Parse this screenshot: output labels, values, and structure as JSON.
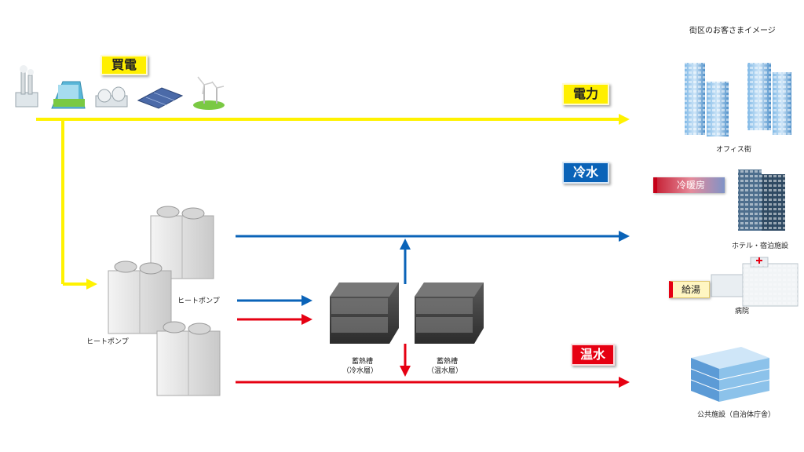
{
  "legend": {
    "customers_caption": "街区のお客さまイメージ"
  },
  "badges": {
    "purchased_power": "買電",
    "electricity": "電力",
    "chilled_water": "冷水",
    "hot_water": "温水",
    "cooling_heating": "冷暖房",
    "hot_water_supply": "給湯"
  },
  "labels": {
    "heat_pump_upper": "ヒートポンプ",
    "heat_pump_lower": "ヒートポンプ",
    "storage_cold_line1": "蓄熱槽",
    "storage_cold_line2": "（冷水層）",
    "storage_hot_line1": "蓄熱槽",
    "storage_hot_line2": "（温水層）",
    "office": "オフィス街",
    "hotel": "ホテル・宿泊施設",
    "hospital": "病院",
    "public": "公共施設（自治体庁舎）"
  },
  "colors": {
    "electricity": "#fff200",
    "chilled": "#0a63b8",
    "hot": "#e60012"
  },
  "icons": [
    "power-plant-icon",
    "hydro-dam-icon",
    "nuclear-plant-icon",
    "solar-panel-icon",
    "wind-turbine-icon",
    "heat-pump-icon",
    "storage-tank-icon",
    "office-building-icon",
    "hotel-icon",
    "hospital-icon",
    "public-building-icon"
  ]
}
